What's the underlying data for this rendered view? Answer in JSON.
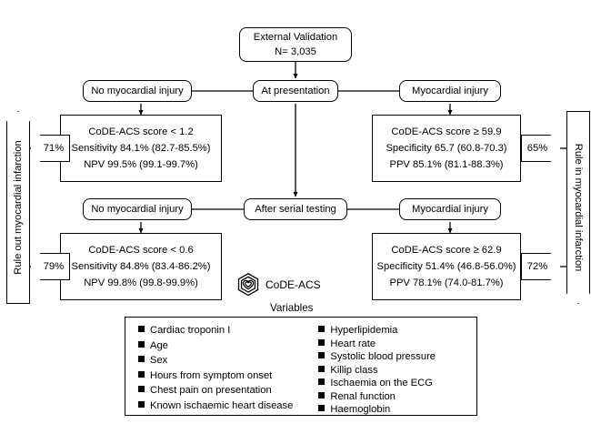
{
  "diagram": {
    "title_box": {
      "line1": "External Validation",
      "line2": "N= 3,035"
    },
    "rows": [
      {
        "stage_label": "At presentation",
        "left_branch_label": "No myocardial injury",
        "right_branch_label": "Myocardial injury",
        "left_stats": {
          "line1": "CoDE-ACS score < 1.2",
          "line2": "Sensitivity 84.1% (82.7-85.5%)",
          "line3": "NPV 99.5% (99.1-99.7%)"
        },
        "right_stats": {
          "line1": "CoDE-ACS score ≥ 59.9",
          "line2": "Specificity 65.7 (60.8-70.3)",
          "line3": "PPV 85.1% (81.1-88.3%)"
        },
        "left_pct": "71%",
        "right_pct": "65%"
      },
      {
        "stage_label": "After serial testing",
        "left_branch_label": "No myocardial injury",
        "right_branch_label": "Myocardial injury",
        "left_stats": {
          "line1": "CoDE-ACS score < 0.6",
          "line2": "Sensitivity 84.8% (83.4-86.2%)",
          "line3": "NPV 99.8% (99.8-99.9%)"
        },
        "right_stats": {
          "line1": "CoDE-ACS score ≥ 62.9",
          "line2": "Specificity 51.4% (46.8-56.0%)",
          "line3": "PPV 78.1% (74.0-81.7%)"
        },
        "left_pct": "79%",
        "right_pct": "72%"
      }
    ],
    "left_banner": "Rule out myocardial infarction",
    "right_banner": "Rule in myocardial infarction"
  },
  "branding": {
    "logo_icon": "code-acs-hexagon-heart-icon",
    "logo_text": "CoDE-ACS"
  },
  "legend": {
    "heading": "Variables",
    "bullet_icon": "square-bullet-icon",
    "left_items": [
      "Cardiac troponin I",
      "Age",
      "Sex",
      "Hours from symptom onset",
      "Chest pain on presentation",
      "Known ischaemic heart disease"
    ],
    "right_items": [
      "Hyperlipidemia",
      "Heart rate",
      "Systolic blood pressure",
      "Killip class",
      "Ischaemia on the ECG",
      "Renal function",
      "Haemoglobin"
    ]
  },
  "colors": {
    "stroke": "#000000",
    "background": "#ffffff"
  }
}
